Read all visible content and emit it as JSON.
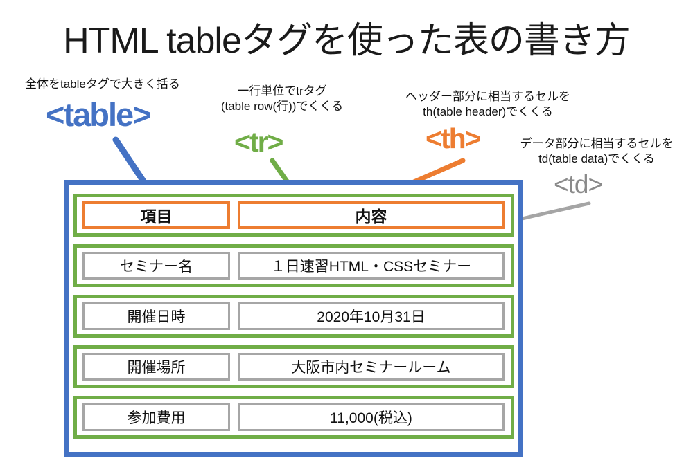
{
  "title": "HTML tableタグを使った表の書き方",
  "colors": {
    "table_blue": "#4472C4",
    "tr_green": "#70AD47",
    "th_orange": "#ED7D31",
    "td_gray": "#A5A5A5",
    "text": "#111111"
  },
  "annotations": {
    "table": {
      "note": "全体をtableタグで大きく括る",
      "tag": "<table>"
    },
    "tr": {
      "note_line1": "一行単位でtrタグ",
      "note_line2": "(table row(行))でくくる",
      "tag": "<tr>"
    },
    "th": {
      "note_line1": "ヘッダー部分に相当するセルを",
      "note_line2": "th(table header)でくくる",
      "tag": "<th>"
    },
    "td": {
      "note_line1": "データ部分に相当するセルを",
      "note_line2": "td(table data)でくくる",
      "tag": "<td>"
    }
  },
  "table": {
    "header": {
      "col1": "項目",
      "col2": "内容"
    },
    "rows": [
      {
        "label": "セミナー名",
        "value": "１日速習HTML・CSSセミナー"
      },
      {
        "label": "開催日時",
        "value": "2020年10月31日"
      },
      {
        "label": "開催場所",
        "value": "大阪市内セミナールーム"
      },
      {
        "label": "参加費用",
        "value": "11,000(税込)"
      }
    ]
  }
}
